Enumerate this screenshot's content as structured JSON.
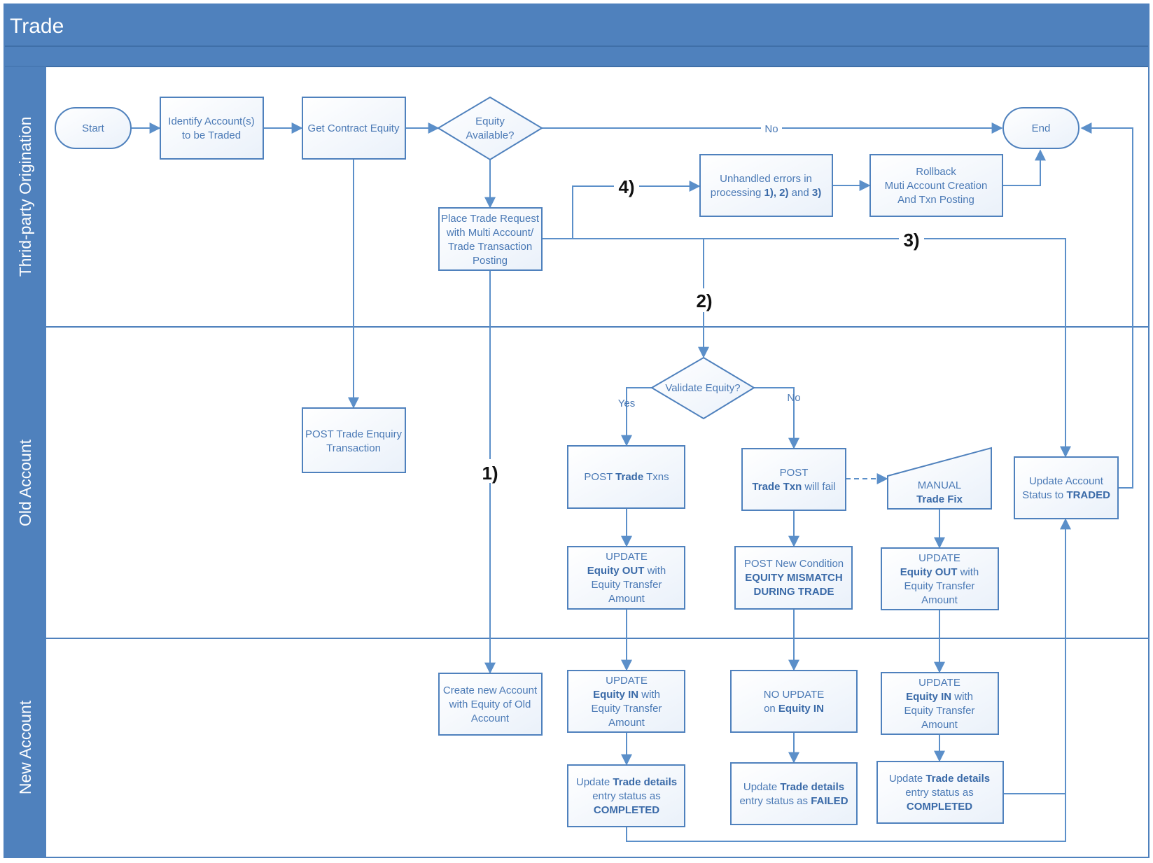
{
  "title": "Trade",
  "lanes": {
    "third_party": "Thrid-party Origination",
    "old_account": "Old Account",
    "new_account": "New Account"
  },
  "nodes": {
    "start": [
      "Start"
    ],
    "identify": [
      "Identify Account(s)",
      "to be Traded"
    ],
    "get_equity": [
      "Get Contract Equity"
    ],
    "equity_available": [
      "Equity",
      "Available?"
    ],
    "end": [
      "End"
    ],
    "place_trade": [
      "Place Trade Request",
      "with Multi Account/",
      "Trade Transaction",
      "Posting"
    ],
    "unhandled": [
      "Unhandled errors in",
      "processing |1), 2)| and |3)|"
    ],
    "rollback": [
      "Rollback",
      "Muti Account Creation",
      "And Txn Posting"
    ],
    "post_enquiry": [
      "POST Trade Enquiry",
      "Transaction"
    ],
    "validate_equity": [
      "Validate Equity?"
    ],
    "post_trade_txns": [
      "POST |Trade| Txns"
    ],
    "post_fail": [
      "POST",
      "|Trade Txn| will fail"
    ],
    "manual_fix": [
      "MANUAL",
      "|Trade Fix|"
    ],
    "update_account": [
      "Update Account",
      "Status to |TRADED|"
    ],
    "update_out_1": [
      "UPDATE",
      "|Equity OUT| with",
      "Equity Transfer",
      "Amount"
    ],
    "post_condition": [
      "POST New Condition",
      "|EQUITY MISMATCH|",
      "|DURING TRADE|"
    ],
    "update_out_2": [
      "UPDATE",
      "|Equity OUT| with",
      "Equity Transfer",
      "Amount"
    ],
    "create_account": [
      "Create new Account",
      "with Equity of Old",
      "Account"
    ],
    "update_in_1": [
      "UPDATE",
      "|Equity IN| with",
      "Equity Transfer",
      "Amount"
    ],
    "no_update": [
      "NO UPDATE",
      "on |Equity IN|"
    ],
    "update_in_2": [
      "UPDATE",
      "|Equity IN| with",
      "Equity Transfer",
      "Amount"
    ],
    "details_completed_1": [
      "Update |Trade details|",
      "entry status as",
      "|COMPLETED|"
    ],
    "details_failed": [
      "Update |Trade details|",
      "entry status as |FAILED|"
    ],
    "details_completed_2": [
      "Update |Trade details|",
      "entry status as",
      "|COMPLETED|"
    ]
  },
  "edge_labels": {
    "no_top": "No",
    "yes": "Yes",
    "no_validate": "No"
  },
  "markers": {
    "m1": "1)",
    "m2": "2)",
    "m3": "3)",
    "m4": "4)"
  },
  "colors": {
    "header": "#4f81bd",
    "border": "#4f81bd",
    "text": "#4a79b5"
  }
}
